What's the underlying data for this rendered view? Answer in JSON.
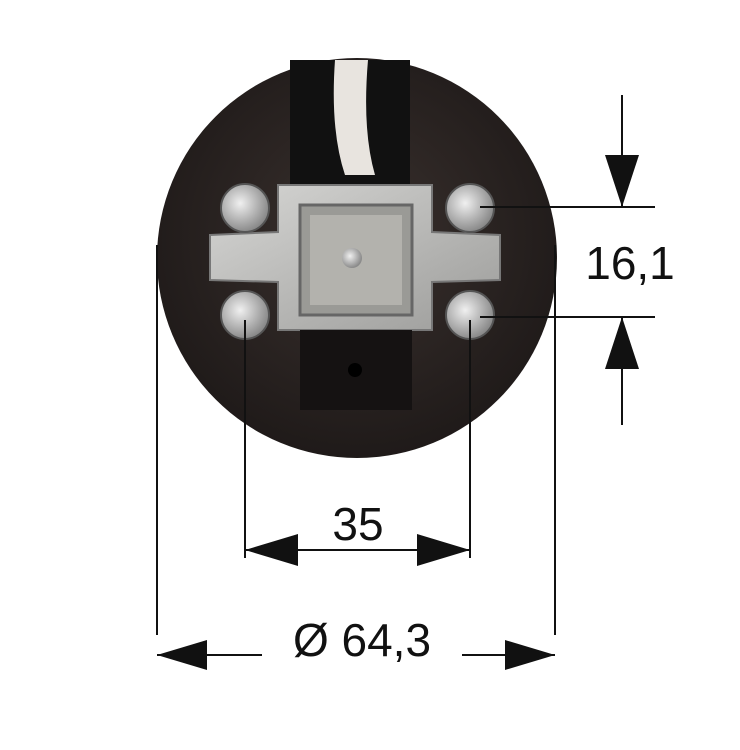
{
  "dimensions": {
    "diameter": "Ø 64,3",
    "hole_spacing": "35",
    "vertical_spacing": "16,1"
  },
  "colors": {
    "motor_head": "#2b2422",
    "bracket": "#b9b9b7",
    "screw": "#c8c8c8",
    "cable": "#e8e4df",
    "dimension_line": "#111111"
  }
}
